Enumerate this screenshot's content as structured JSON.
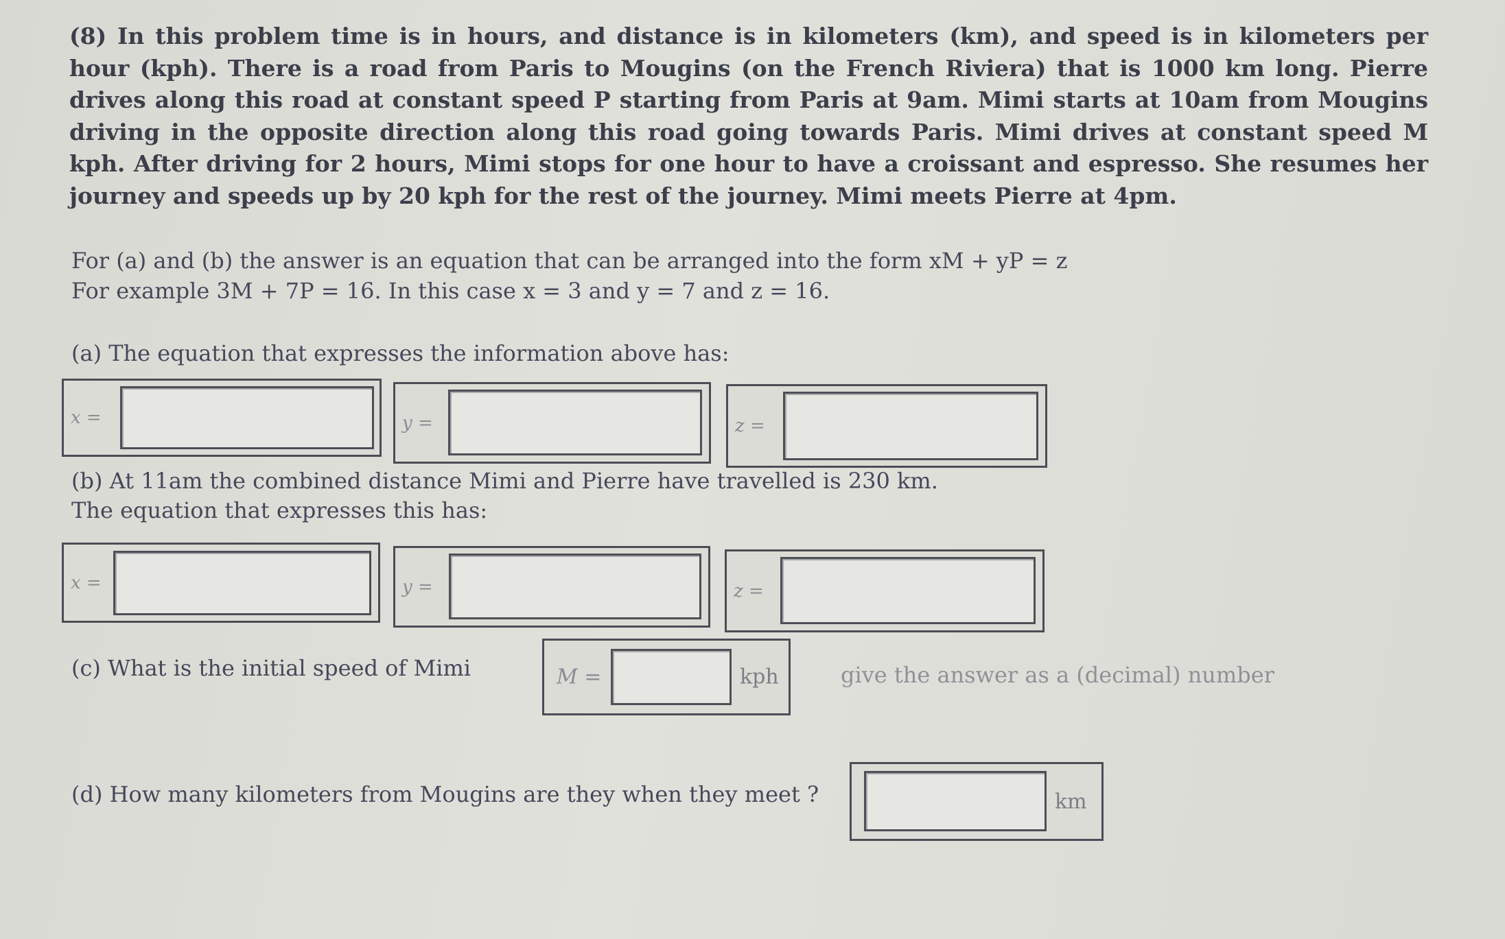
{
  "problem": {
    "text": "(8) In this problem time is in hours, and distance is in kilometers (km), and speed is in kilometers per hour (kph). There is a road from Paris to Mougins (on the French Riviera) that is 1000 km long. Pierre drives along this road at constant speed P starting from Paris at 9am. Mimi starts at 10am from Mougins driving in the opposite direction along this road going towards Paris. Mimi drives at constant speed M kph. After driving for 2 hours, Mimi stops for one hour to have a croissant and espresso. She resumes her journey and speeds up by 20 kph for the rest of the journey. Mimi meets Pierre at 4pm."
  },
  "form_note": {
    "line1": "For (a) and (b) the answer is an equation that can be arranged into the form xM + yP = z",
    "line2": "For example 3M + 7P = 16. In this case x = 3 and y = 7 and z = 16."
  },
  "part_a": {
    "prompt": "(a) The equation that expresses the information above has:",
    "x_label": "x =",
    "y_label": "y =",
    "z_label": "z =",
    "x_value": "",
    "y_value": "",
    "z_value": ""
  },
  "part_b": {
    "prompt_line1": "(b) At 11am the combined distance Mimi and Pierre have travelled is 230 km.",
    "prompt_line2": "The equation that expresses this has:",
    "x_label": "x =",
    "y_label": "y =",
    "z_label": "z =",
    "x_value": "",
    "y_value": "",
    "z_value": ""
  },
  "part_c": {
    "prompt": "(c) What is the initial speed of Mimi",
    "label": "M =",
    "value": "",
    "unit": "kph",
    "hint": "give the answer as a (decimal) number"
  },
  "part_d": {
    "prompt": "(d) How many kilometers from Mougins are they when they meet ?",
    "value": "",
    "unit": "km"
  }
}
